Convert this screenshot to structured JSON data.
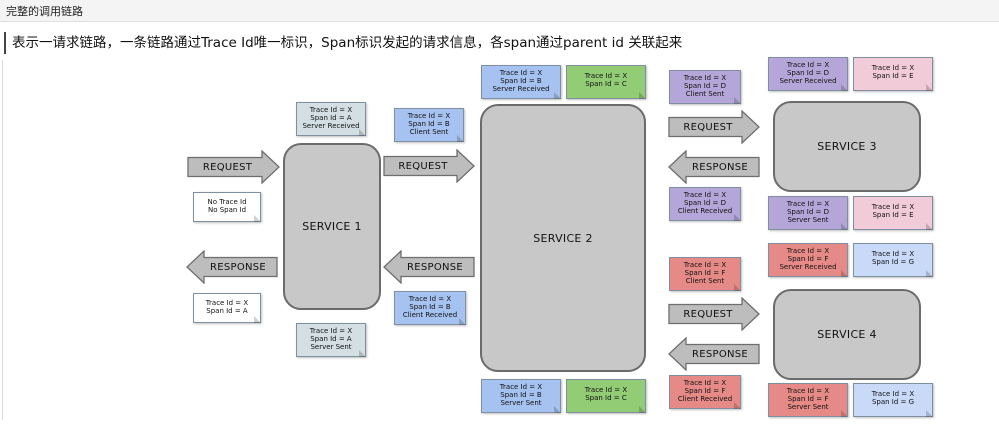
{
  "window": {
    "title": "完整的调用链路"
  },
  "caption": "表示一请求链路，一条链路通过Trace Id唯一标识，Span标识发起的请求信息，各span通过parent id 关联起来",
  "colors": {
    "service_fill": "#c8c8c8",
    "note_gray": "#d3dfe2",
    "note_blue": "#a6c2f0",
    "note_green": "#92cc74",
    "note_purple": "#b4a6d8",
    "note_pink": "#f2cbd8",
    "note_red": "#e58a86",
    "note_light_blue": "#c9daf8",
    "arrow_fill": "#bdbdbd"
  },
  "services": {
    "s1": "SERVICE 1",
    "s2": "SERVICE 2",
    "s3": "SERVICE 3",
    "s4": "SERVICE 4"
  },
  "arrows": {
    "req_1": "REQUEST",
    "req_2": "REQUEST",
    "resp_1": "RESPONSE",
    "resp_2": "RESPONSE",
    "req_3": "REQUEST",
    "resp_3": "RESPONSE",
    "req_4": "REQUEST",
    "resp_4": "RESPONSE"
  },
  "notes": {
    "no_trace": [
      "No Trace Id",
      "No Span Id"
    ],
    "s1_received": [
      "Trace Id = X",
      "Span Id = A",
      "Server Received"
    ],
    "s1_response_ids": [
      "Trace Id = X",
      "Span Id = A"
    ],
    "s1_sent": [
      "Trace Id = X",
      "Span Id = A",
      "Server Sent"
    ],
    "b_client_sent": [
      "Trace Id = X",
      "Span Id = B",
      "Client Sent"
    ],
    "b_client_received": [
      "Trace Id = X",
      "Span Id = B",
      "Client Received"
    ],
    "s2_received": [
      "Trace Id = X",
      "Span Id = B",
      "Server Received"
    ],
    "s2_c_top": [
      "Trace Id = X",
      "Span Id = C"
    ],
    "s2_sent": [
      "Trace Id = X",
      "Span Id = B",
      "Server Sent"
    ],
    "s2_c_bottom": [
      "Trace Id = X",
      "Span Id = C"
    ],
    "d_client_sent": [
      "Trace Id = X",
      "Span Id = D",
      "Client Sent"
    ],
    "d_client_received": [
      "Trace Id = X",
      "Span Id = D",
      "Client Received"
    ],
    "s3_received": [
      "Trace Id = X",
      "Span Id = D",
      "Server Received"
    ],
    "s3_e_top": [
      "Trace Id = X",
      "Span Id = E"
    ],
    "s3_sent": [
      "Trace Id = X",
      "Span Id = D",
      "Server Sent"
    ],
    "s3_e_bottom": [
      "Trace Id = X",
      "Span Id = E"
    ],
    "f_client_sent": [
      "Trace Id = X",
      "Span Id = F",
      "Client Sent"
    ],
    "f_client_received": [
      "Trace Id = X",
      "Span Id = F",
      "Client Received"
    ],
    "s4_received": [
      "Trace Id = X",
      "Span Id = F",
      "Server Received"
    ],
    "s4_g_top": [
      "Trace Id = X",
      "Span Id = G"
    ],
    "s4_sent": [
      "Trace Id = X",
      "Span Id = F",
      "Server Sent"
    ],
    "s4_g_bottom": [
      "Trace Id = X",
      "Span Id = G"
    ]
  }
}
